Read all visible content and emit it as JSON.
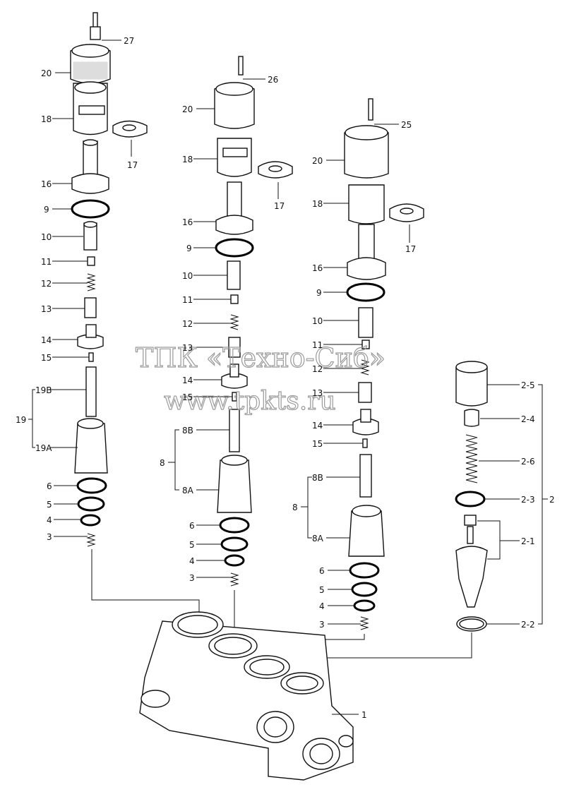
{
  "diagram": {
    "labels": {
      "l27": "27",
      "l26": "26",
      "l25": "25",
      "l20a": "20",
      "l20b": "20",
      "l20c": "20",
      "l18a": "18",
      "l18b": "18",
      "l18c": "18",
      "l17a": "17",
      "l17b": "17",
      "l17c": "17",
      "l16a": "16",
      "l16b": "16",
      "l16c": "16",
      "l9a": "9",
      "l9b": "9",
      "l9c": "9",
      "l10a": "10",
      "l10b": "10",
      "l10c": "10",
      "l11a": "11",
      "l11b": "11",
      "l11c": "11",
      "l12a": "12",
      "l12b": "12",
      "l12c": "12",
      "l13a": "13",
      "l13b": "13",
      "l13c": "13",
      "l14a": "14",
      "l14b": "14",
      "l14c": "14",
      "l15a": "15",
      "l15b": "15",
      "l15c": "15",
      "l19B": "19B",
      "l19": "19",
      "l19A": "19A",
      "l8Bb": "8B",
      "l8b": "8",
      "l8Ab": "8A",
      "l8Bc": "8B",
      "l8c": "8",
      "l8Ac": "8A",
      "l6a": "6",
      "l6b": "6",
      "l6c": "6",
      "l5a": "5",
      "l5b": "5",
      "l5c": "5",
      "l4a": "4",
      "l4b": "4",
      "l4c": "4",
      "l3a": "3",
      "l3b": "3",
      "l3c": "3",
      "l25_": "2-5",
      "l24": "2-4",
      "l26_": "2-6",
      "l23": "2-3",
      "l2": "2",
      "l21": "2-1",
      "l22": "2-2",
      "l1": "1"
    },
    "watermark": {
      "line1": "ТПК «Техно-Сиб»",
      "line2": "www.tpkts.ru"
    }
  }
}
